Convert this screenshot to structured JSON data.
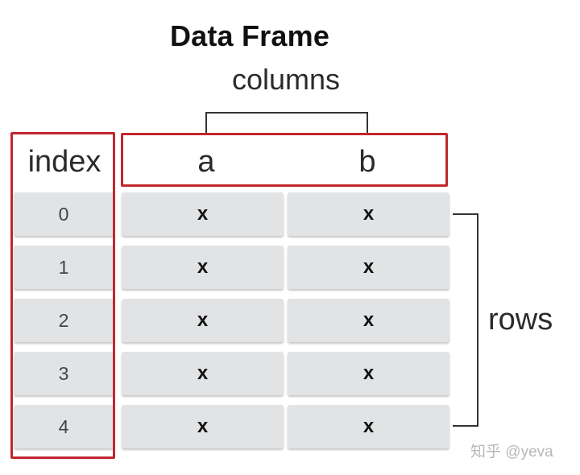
{
  "title": "Data Frame",
  "columns_label": "columns",
  "index_header": "index",
  "column_headers": [
    "a",
    "b"
  ],
  "index_values": [
    "0",
    "1",
    "2",
    "3",
    "4"
  ],
  "cell_values": [
    [
      "x",
      "x"
    ],
    [
      "x",
      "x"
    ],
    [
      "x",
      "x"
    ],
    [
      "x",
      "x"
    ],
    [
      "x",
      "x"
    ]
  ],
  "rows_label": "rows",
  "watermark": "知乎 @yeva",
  "colors": {
    "highlight_border": "#c0272d",
    "cell_fill": "#e2e3e4",
    "bracket": "#333333"
  }
}
